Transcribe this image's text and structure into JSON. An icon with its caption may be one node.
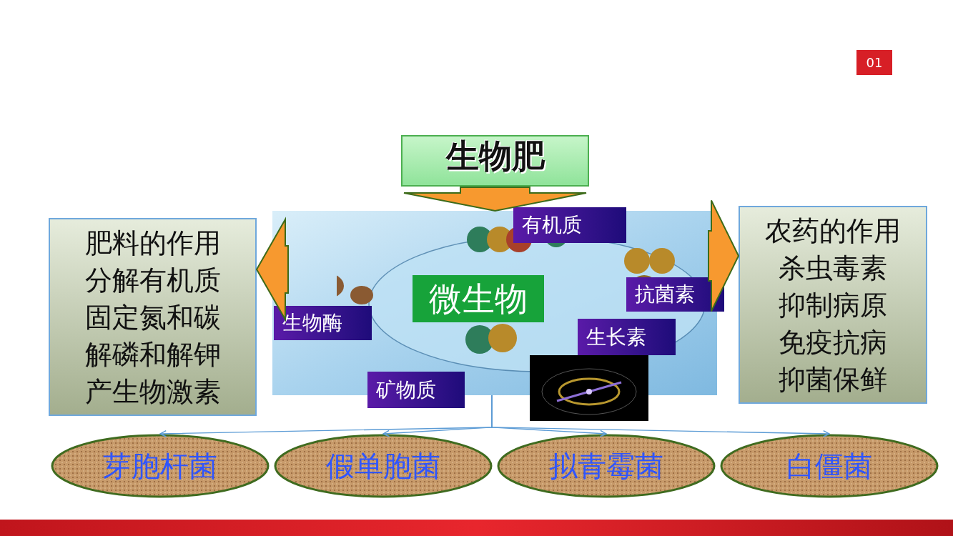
{
  "diagram": {
    "nodes": [
      {
        "text": [
          "生物肥"
        ]
      },
      {
        "text": [],
        "shape": "picture"
      },
      {
        "text": [
          "微生物"
        ],
        "in": 1
      },
      {
        "text": [
          "有机质"
        ]
      },
      {
        "text": [
          "抗菌素"
        ]
      },
      {
        "text": [
          "生物酶"
        ],
        "in": 1
      },
      {
        "text": [
          "生长素"
        ],
        "in": 1
      },
      {
        "text": [
          "矿物质"
        ]
      },
      {
        "text": [
          "肥料的作用",
          "分解有机质",
          "固定氮和碳",
          "解磷和解钾",
          "产生物激素"
        ]
      },
      {
        "text": [
          "农药的作用",
          "杀虫毒素",
          "抑制病原",
          "免疫抗病",
          "抑菌保鲜"
        ]
      },
      {
        "text": [
          "芽胞杆菌"
        ]
      },
      {
        "text": [
          "假单胞菌"
        ]
      },
      {
        "text": [
          "拟青霉菌"
        ]
      },
      {
        "text": [
          "白僵菌"
        ]
      },
      {
        "text": [],
        "shape": "picture"
      }
    ],
    "edges": [
      {
        "from": 0,
        "to": 1,
        "arrow": "to",
        "style": "thick",
        "color": "#f7992f"
      },
      {
        "from": 1,
        "to": 8,
        "arrow": "to",
        "style": "thick",
        "color": "#f7992f"
      },
      {
        "from": 1,
        "to": 9,
        "arrow": "to",
        "style": "thick",
        "color": "#f7992f"
      },
      {
        "from": 1,
        "to": 10,
        "arrow": "to"
      },
      {
        "from": 1,
        "to": 11,
        "arrow": "to"
      },
      {
        "from": 1,
        "to": 12,
        "arrow": "to"
      },
      {
        "from": 1,
        "to": 13,
        "arrow": "to"
      }
    ],
    "labels": [
      "01"
    ]
  }
}
